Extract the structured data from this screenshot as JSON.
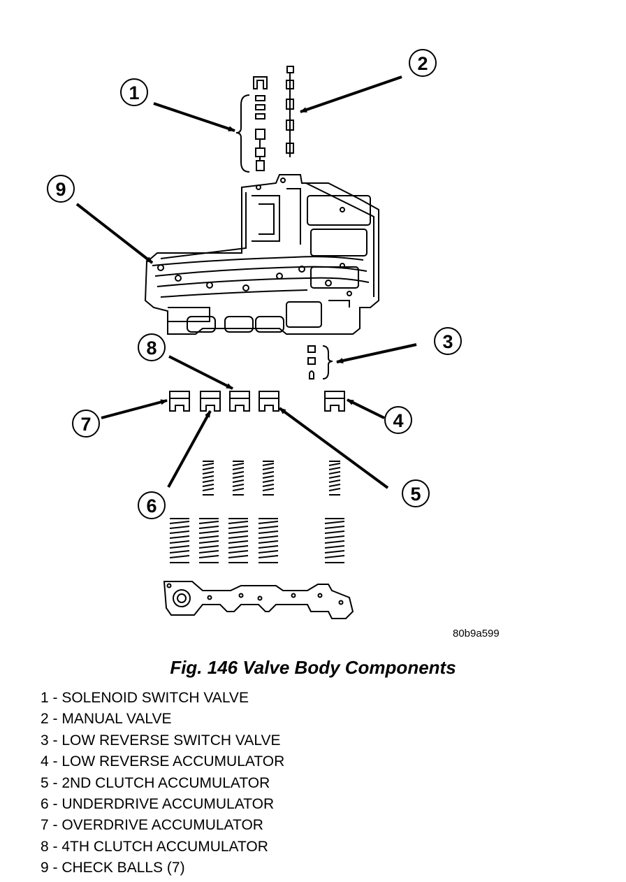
{
  "figure_id": "80b9a599",
  "caption": "Fig. 146 Valve Body Components",
  "callouts": [
    "1",
    "2",
    "3",
    "4",
    "5",
    "6",
    "7",
    "8",
    "9"
  ],
  "legend": [
    "1 - SOLENOID SWITCH VALVE",
    "2 - MANUAL VALVE",
    "3 - LOW REVERSE SWITCH VALVE",
    "4 - LOW REVERSE ACCUMULATOR",
    "5 - 2ND CLUTCH ACCUMULATOR",
    "6 - UNDERDRIVE ACCUMULATOR",
    "7 - OVERDRIVE ACCUMULATOR",
    "8 - 4TH CLUTCH ACCUMULATOR",
    "9 - CHECK BALLS (7)"
  ]
}
